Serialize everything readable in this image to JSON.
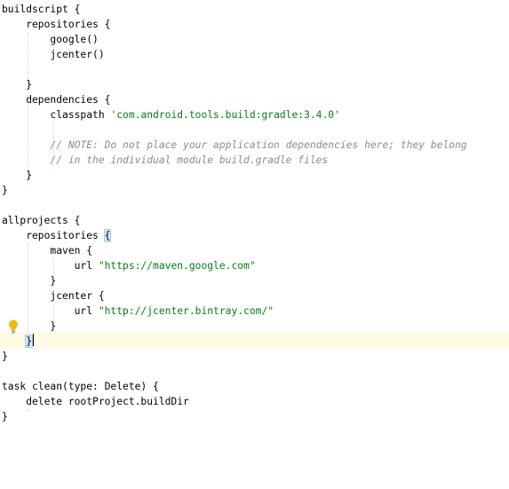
{
  "editor": {
    "lines": [
      [
        {
          "t": "buildscript {"
        }
      ],
      [
        {
          "t": "    repositories {"
        }
      ],
      [
        {
          "t": "        google()"
        }
      ],
      [
        {
          "t": "        jcenter()"
        }
      ],
      [
        {
          "t": ""
        }
      ],
      [
        {
          "t": "    }"
        }
      ],
      [
        {
          "t": "    dependencies {"
        }
      ],
      [
        {
          "t": "        classpath "
        },
        {
          "t": "'com.android.tools.build:gradle:3.4.0'",
          "c": "str"
        }
      ],
      [
        {
          "t": ""
        }
      ],
      [
        {
          "t": "        // NOTE: Do not place your application dependencies here; they belong",
          "c": "comment"
        }
      ],
      [
        {
          "t": "        // in the individual module build.gradle files",
          "c": "comment"
        }
      ],
      [
        {
          "t": "    }"
        }
      ],
      [
        {
          "t": "}"
        }
      ],
      [
        {
          "t": ""
        }
      ],
      [
        {
          "t": "allprojects {"
        }
      ],
      [
        {
          "t": "    repositories "
        },
        {
          "t": "{",
          "c": "brace-match"
        }
      ],
      [
        {
          "t": "        maven {"
        }
      ],
      [
        {
          "t": "            url "
        },
        {
          "t": "\"https://maven.google.com\"",
          "c": "str"
        }
      ],
      [
        {
          "t": "        }"
        }
      ],
      [
        {
          "t": "        jcenter {"
        }
      ],
      [
        {
          "t": "            url "
        },
        {
          "t": "\"http://jcenter.bintray.com/\"",
          "c": "str"
        }
      ],
      [
        {
          "t": "        }"
        }
      ],
      [
        {
          "t": "    "
        },
        {
          "t": "}",
          "c": "brace-match"
        },
        {
          "t": "",
          "c": "caret"
        }
      ],
      [
        {
          "t": "}"
        }
      ],
      [
        {
          "t": ""
        }
      ],
      [
        {
          "t": "task clean(type: Delete) {"
        }
      ],
      [
        {
          "t": "    delete rootProject.buildDir"
        }
      ],
      [
        {
          "t": "}"
        }
      ]
    ]
  },
  "gutter": {
    "intention_icon": "lightbulb-icon"
  },
  "colors": {
    "string": "#067d17",
    "comment": "#8c8c8c",
    "current_line": "#fffae3",
    "brace_match": "#cfe8ff",
    "bulb": "#f2b90f"
  }
}
